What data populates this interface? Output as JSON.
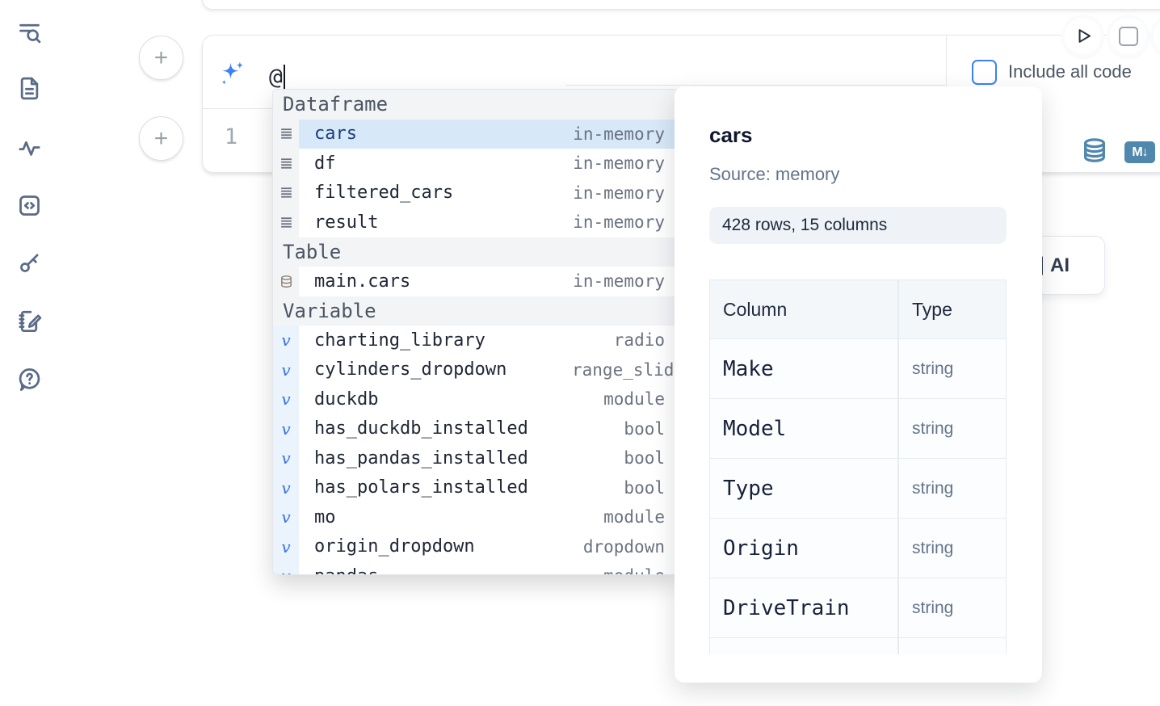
{
  "colors": {
    "accent_blue": "#3b82f6",
    "selection_blue": "#d7e8f9",
    "steel_blue": "#4f87ad"
  },
  "sidebar": {
    "icons": [
      "toc-search-icon",
      "file-icon",
      "activity-icon",
      "code-box-icon",
      "key-icon",
      "scratchpad-icon",
      "help-icon"
    ]
  },
  "prompt": {
    "value": "@",
    "include_all_code_label": "Include all code",
    "include_all_code_checked": false
  },
  "cell": {
    "line_number": "1"
  },
  "editor_toolbar": {
    "icons": [
      "database-icon",
      "markdown-icon"
    ],
    "markdown_icon_label": "M↓"
  },
  "run_controls": {
    "buttons": [
      "run-button",
      "stop-button"
    ]
  },
  "autocomplete": {
    "sections": [
      {
        "label": "Dataframe",
        "items": [
          {
            "icon": "dataframe",
            "name": "cars",
            "type": "in-memory",
            "selected": true
          },
          {
            "icon": "dataframe",
            "name": "df",
            "type": "in-memory"
          },
          {
            "icon": "dataframe",
            "name": "filtered_cars",
            "type": "in-memory"
          },
          {
            "icon": "dataframe",
            "name": "result",
            "type": "in-memory"
          }
        ]
      },
      {
        "label": "Table",
        "items": [
          {
            "icon": "table",
            "name": "main.cars",
            "type": "in-memory"
          }
        ]
      },
      {
        "label": "Variable",
        "items": [
          {
            "icon": "variable",
            "name": "charting_library",
            "type": "radio"
          },
          {
            "icon": "variable",
            "name": "cylinders_dropdown",
            "type": "range_slider",
            "truncated": true
          },
          {
            "icon": "variable",
            "name": "duckdb",
            "type": "module"
          },
          {
            "icon": "variable",
            "name": "has_duckdb_installed",
            "type": "bool"
          },
          {
            "icon": "variable",
            "name": "has_pandas_installed",
            "type": "bool"
          },
          {
            "icon": "variable",
            "name": "has_polars_installed",
            "type": "bool"
          },
          {
            "icon": "variable",
            "name": "mo",
            "type": "module"
          },
          {
            "icon": "variable",
            "name": "origin_dropdown",
            "type": "dropdown"
          },
          {
            "icon": "variable",
            "name": "pandas",
            "type": "module"
          }
        ]
      }
    ]
  },
  "preview": {
    "title": "cars",
    "source": "Source: memory",
    "shape_badge": "428 rows, 15 columns",
    "table": {
      "headers": [
        "Column",
        "Type"
      ],
      "rows": [
        [
          "Make",
          "string"
        ],
        [
          "Model",
          "string"
        ],
        [
          "Type",
          "string"
        ],
        [
          "Origin",
          "string"
        ],
        [
          "DriveTrain",
          "string"
        ],
        [
          "",
          ""
        ]
      ]
    }
  },
  "ai_button": {
    "label": "AI"
  }
}
